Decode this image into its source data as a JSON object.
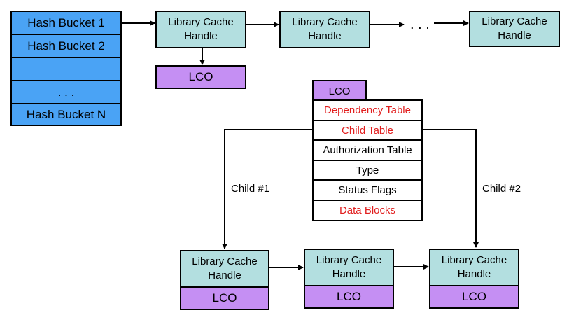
{
  "hash_buckets": [
    "Hash Bucket 1",
    "Hash Bucket 2",
    "",
    ". . .",
    "Hash Bucket N"
  ],
  "handle_label": "Library Cache\nHandle",
  "lco_label": "LCO",
  "ellipsis": ". . .",
  "lco_structure": {
    "header": "LCO",
    "rows": [
      {
        "text": "Dependency Table",
        "color": "#e11e1e"
      },
      {
        "text": "Child Table",
        "color": "#e11e1e"
      },
      {
        "text": "Authorization Table",
        "color": "#000000"
      },
      {
        "text": "Type",
        "color": "#000000"
      },
      {
        "text": "Status Flags",
        "color": "#000000"
      },
      {
        "text": "Data Blocks",
        "color": "#e11e1e"
      }
    ]
  },
  "child_labels": [
    "Child #1",
    "Child #2"
  ]
}
